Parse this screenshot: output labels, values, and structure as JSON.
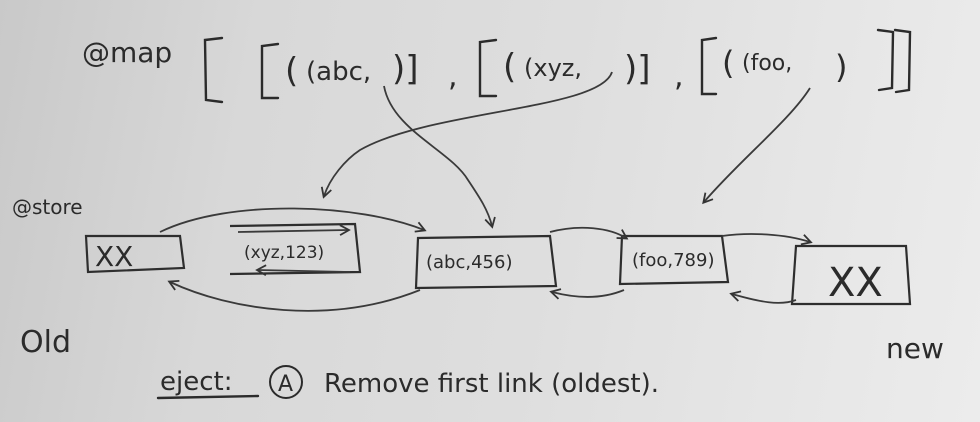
{
  "whiteboard": {
    "map_label": "@map",
    "map_entries": [
      "(abc,",
      "(xyz,",
      "(foo,"
    ],
    "store_label": "@store",
    "nodes": [
      "XX",
      "(xyz,123)",
      "(abc,456)",
      "(foo,789)",
      "XX"
    ],
    "old_label": "Old",
    "new_label": "new",
    "eject_label": "eject:",
    "step_marker": "A",
    "step_text": "Remove first link (oldest)."
  },
  "colors": {
    "ink": "#2b2b2b",
    "board": "#dedede"
  }
}
